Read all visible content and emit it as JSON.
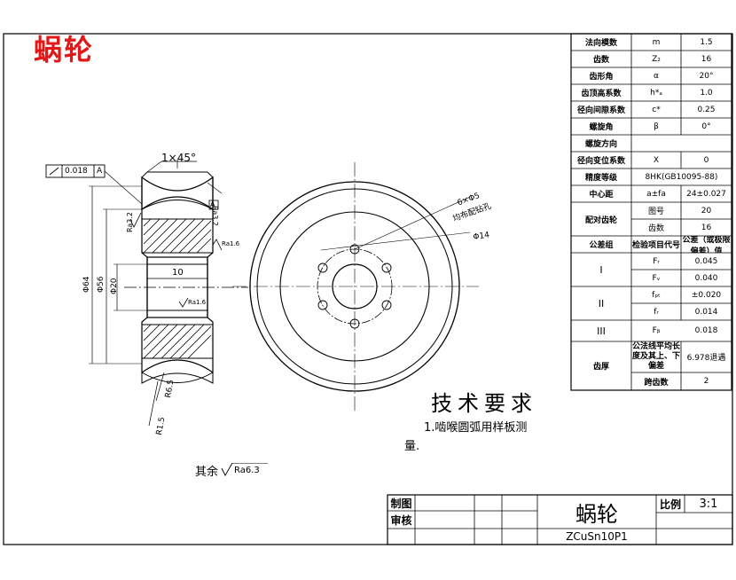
{
  "title": "蜗轮",
  "tech": {
    "heading": "技术要求",
    "item1": "1.啮喉圆弧用样板测",
    "item2": "量."
  },
  "other_roughness": {
    "label": "其余",
    "value": "Ra6.3"
  },
  "view_labels": {
    "chamfer": "1×45°",
    "runout_value": "0.018",
    "datum": "A",
    "datum_mark": "A",
    "ra_top": "Ra3.2",
    "ra_tooth": "Ra3.2",
    "ra_small_top": "Ra1.6",
    "ra_small_bot": "Ra1.6",
    "width": "10",
    "dia_outer": "Φ64",
    "dia_mid": "Φ56",
    "dia_bore": "Φ20",
    "r_throat": "R6.5",
    "r_small": "R1.5",
    "holes": "6×Φ5",
    "holes_note": "均布配钻孔",
    "pcd": "Φ14"
  },
  "param_table": {
    "rows": [
      {
        "label": "法向模数",
        "symbol": "m",
        "value": "1.5"
      },
      {
        "label": "齿数",
        "symbol": "Z₂",
        "value": "16"
      },
      {
        "label": "齿形角",
        "symbol": "α",
        "value": "20°"
      },
      {
        "label": "齿顶高系数",
        "symbol": "h*ₐ",
        "value": "1.0"
      },
      {
        "label": "径向间隙系数",
        "symbol": "c*",
        "value": "0.25"
      },
      {
        "label": "螺旋角",
        "symbol": "β",
        "value": "0°"
      },
      {
        "label": "螺旋方向",
        "symbol": "",
        "value": ""
      },
      {
        "label": "径向变位系数",
        "symbol": "X",
        "value": "0"
      }
    ],
    "precision_label": "精度等级",
    "precision_value": "8HK(GB10095-88)",
    "center_label": "中心距",
    "center_symbol": "a±fa",
    "center_value": "24±0.027",
    "mating_label": "配对齿轮",
    "mating_rows": [
      {
        "label": "图号",
        "value": "20"
      },
      {
        "label": "齿数",
        "value": "16"
      }
    ],
    "header": {
      "group": "公差组",
      "item": "检验项目代号",
      "value": "公差（或极限偏差）值"
    },
    "groups": [
      {
        "name": "I",
        "items": [
          {
            "code": "Fᵣ",
            "value": "0.045"
          },
          {
            "code": "Fᵥ",
            "value": "0.040"
          }
        ]
      },
      {
        "name": "II",
        "items": [
          {
            "code": "fₚₜ",
            "value": "±0.020"
          },
          {
            "code": "fᵣ",
            "value": "0.014"
          }
        ]
      },
      {
        "name": "III",
        "items": [
          {
            "code": "Fᵦ",
            "value": "0.018"
          }
        ]
      }
    ],
    "tooth_label": "齿厚",
    "tooth_desc": "公法线平均长度及其上、下偏差",
    "tooth_value": "6.978退遇",
    "span_label": "跨齿数",
    "span_value": "2"
  },
  "title_block": {
    "drawn": "制图",
    "checked": "审核",
    "part_name": "蜗轮",
    "scale_label": "比例",
    "scale_value": "3:1",
    "material": "ZCuSn10P1"
  }
}
